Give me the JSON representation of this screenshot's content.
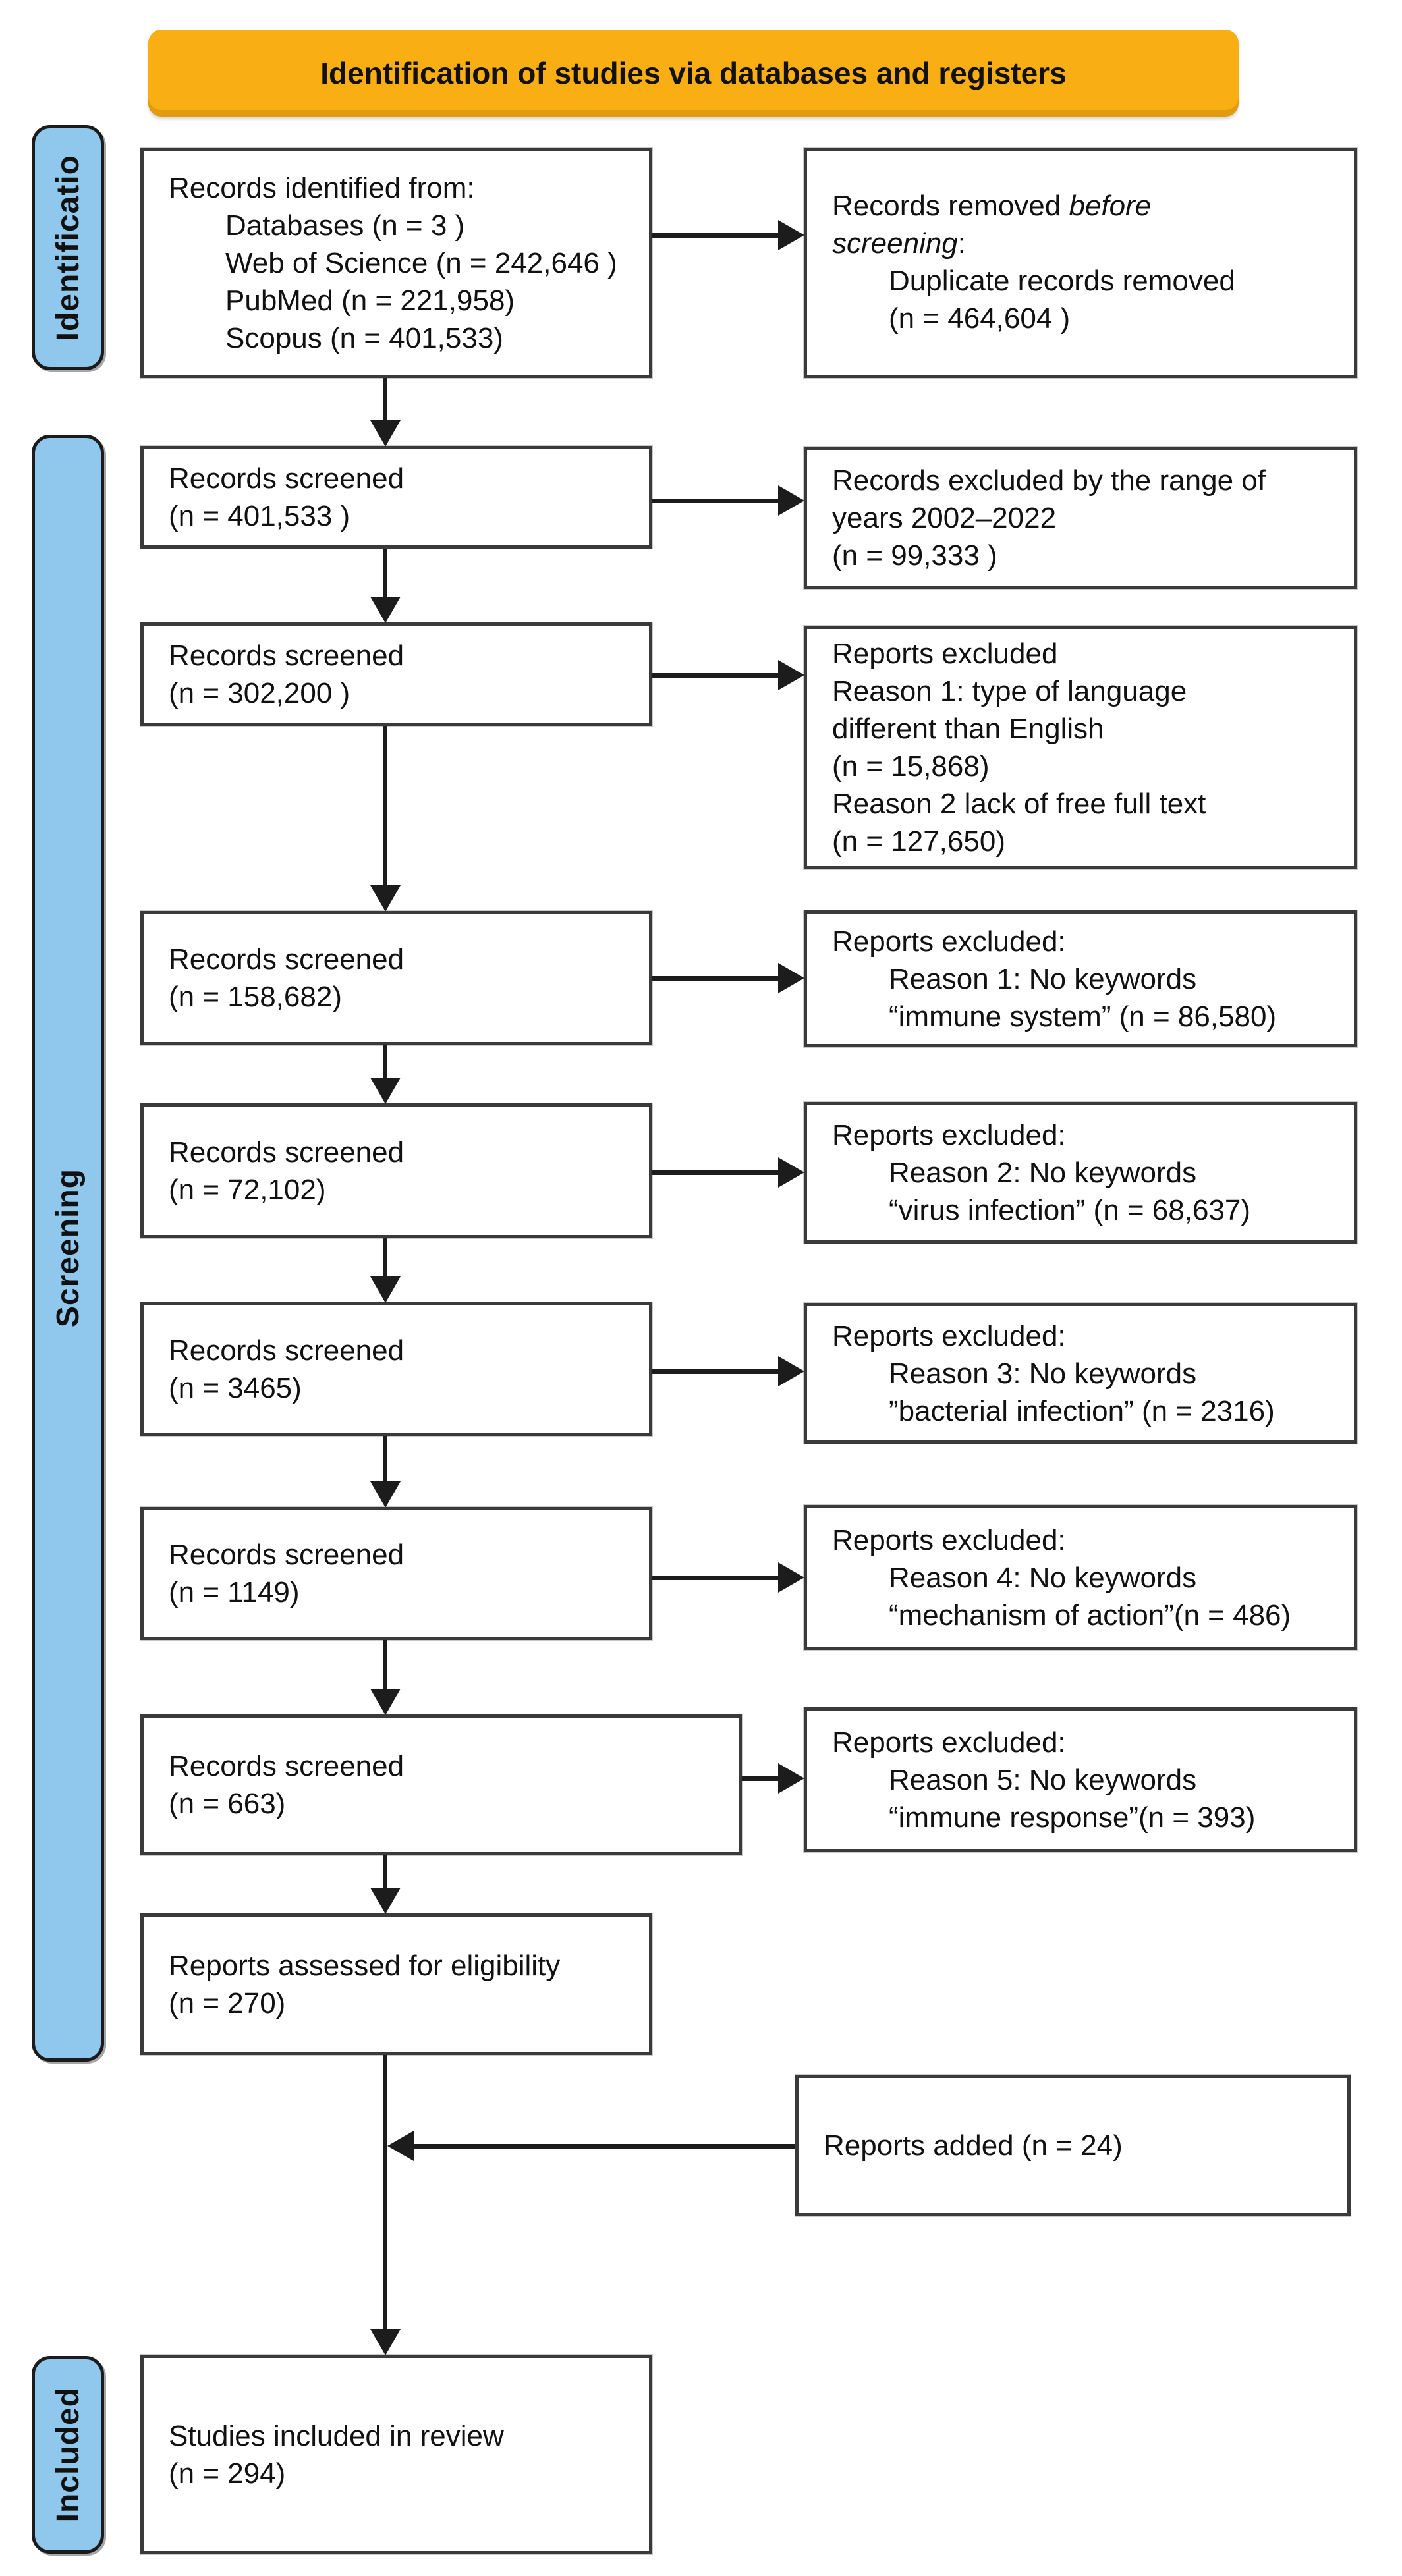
{
  "header": {
    "title": "Identification of studies via databases and registers"
  },
  "colors": {
    "header_bg": "#F9AE13",
    "sidebar_fill": "#8FC8EC",
    "box_border": "#3a3a3a",
    "arrow": "#1c1c1c"
  },
  "sidebar": {
    "identification": "Identificatio",
    "screening": "Screening",
    "included": "Included"
  },
  "boxes": {
    "identified": {
      "lines": [
        {
          "seg": [
            {
              "t": "Records identified from:"
            }
          ]
        },
        {
          "ind": true,
          "seg": [
            {
              "t": "Databases (n = 3 )"
            }
          ]
        },
        {
          "ind": true,
          "seg": [
            {
              "t": "Web of Science (n = 242,646 )"
            }
          ]
        },
        {
          "ind": true,
          "seg": [
            {
              "t": "PubMed (n = 221,958)"
            }
          ]
        },
        {
          "ind": true,
          "seg": [
            {
              "t": "Scopus (n = 401,533)"
            }
          ]
        }
      ]
    },
    "removed_before_screening": {
      "lines": [
        {
          "seg": [
            {
              "t": "Records removed "
            },
            {
              "t": "before",
              "i": true
            }
          ]
        },
        {
          "seg": [
            {
              "t": "screening",
              "i": true
            },
            {
              "t": ":"
            }
          ]
        },
        {
          "ind": true,
          "seg": [
            {
              "t": "Duplicate records removed"
            }
          ]
        },
        {
          "ind": true,
          "seg": [
            {
              "t": "(n = 464,604 )"
            }
          ]
        }
      ]
    },
    "screened_1": {
      "lines": [
        {
          "seg": [
            {
              "t": "Records screened"
            }
          ]
        },
        {
          "seg": [
            {
              "t": "(n = 401,533 )"
            }
          ]
        }
      ]
    },
    "excluded_years": {
      "lines": [
        {
          "seg": [
            {
              "t": "Records excluded by the  range of"
            }
          ]
        },
        {
          "seg": [
            {
              "t": "years 2002–2022"
            }
          ]
        },
        {
          "seg": [
            {
              "t": "(n = 99,333 )"
            }
          ]
        }
      ]
    },
    "screened_2": {
      "lines": [
        {
          "seg": [
            {
              "t": "Records screened"
            }
          ]
        },
        {
          "seg": [
            {
              "t": "(n = 302,200 )"
            }
          ]
        }
      ]
    },
    "excluded_language_fulltext": {
      "lines": [
        {
          "seg": [
            {
              "t": "Reports excluded"
            }
          ]
        },
        {
          "seg": [
            {
              "t": "Reason 1: type of language"
            }
          ]
        },
        {
          "seg": [
            {
              "t": "different than English"
            }
          ]
        },
        {
          "seg": [
            {
              "t": "(n = 15,868)"
            }
          ]
        },
        {
          "seg": [
            {
              "t": "Reason 2 lack of free full text"
            }
          ]
        },
        {
          "seg": [
            {
              "t": "(n = 127,650)"
            }
          ]
        }
      ]
    },
    "screened_3": {
      "lines": [
        {
          "seg": [
            {
              "t": "Records screened"
            }
          ]
        },
        {
          "seg": [
            {
              "t": "(n = 158,682)"
            }
          ]
        }
      ]
    },
    "excluded_immune_system": {
      "lines": [
        {
          "seg": [
            {
              "t": "Reports excluded:"
            }
          ]
        },
        {
          "ind": true,
          "seg": [
            {
              "t": "Reason 1: No keywords"
            }
          ]
        },
        {
          "ind": true,
          "seg": [
            {
              "t": "“immune system” (n = 86,580)"
            }
          ]
        }
      ]
    },
    "screened_4": {
      "lines": [
        {
          "seg": [
            {
              "t": "Records screened"
            }
          ]
        },
        {
          "seg": [
            {
              "t": "(n = 72,102)"
            }
          ]
        }
      ]
    },
    "excluded_virus_infection": {
      "lines": [
        {
          "seg": [
            {
              "t": "Reports excluded:"
            }
          ]
        },
        {
          "ind": true,
          "seg": [
            {
              "t": "Reason 2: No keywords"
            }
          ]
        },
        {
          "ind": true,
          "seg": [
            {
              "t": "“virus infection” (n = 68,637)"
            }
          ]
        }
      ]
    },
    "screened_5": {
      "lines": [
        {
          "seg": [
            {
              "t": "Records screened"
            }
          ]
        },
        {
          "seg": [
            {
              "t": "(n = 3465)"
            }
          ]
        }
      ]
    },
    "excluded_bacterial_infection": {
      "lines": [
        {
          "seg": [
            {
              "t": "Reports excluded:"
            }
          ]
        },
        {
          "ind": true,
          "seg": [
            {
              "t": "Reason 3: No keywords"
            }
          ]
        },
        {
          "ind": true,
          "seg": [
            {
              "t": "”bacterial infection” (n = 2316)"
            }
          ]
        }
      ]
    },
    "screened_6": {
      "lines": [
        {
          "seg": [
            {
              "t": "Records screened"
            }
          ]
        },
        {
          "seg": [
            {
              "t": "(n = 1149)"
            }
          ]
        }
      ]
    },
    "excluded_mechanism": {
      "lines": [
        {
          "seg": [
            {
              "t": "Reports excluded:"
            }
          ]
        },
        {
          "ind": true,
          "seg": [
            {
              "t": "Reason 4: No keywords"
            }
          ]
        },
        {
          "ind": true,
          "seg": [
            {
              "t": "“mechanism of action”(n = 486)"
            }
          ]
        }
      ]
    },
    "screened_7": {
      "lines": [
        {
          "seg": [
            {
              "t": "Records  screened"
            }
          ]
        },
        {
          "seg": [
            {
              "t": "(n = 663)"
            }
          ]
        }
      ]
    },
    "excluded_immune_response": {
      "lines": [
        {
          "seg": [
            {
              "t": "Reports excluded:"
            }
          ]
        },
        {
          "ind": true,
          "seg": [
            {
              "t": "Reason 5: No keywords"
            }
          ]
        },
        {
          "ind": true,
          "seg": [
            {
              "t": "“immune response”(n = 393)"
            }
          ]
        }
      ]
    },
    "assessed_eligibility": {
      "lines": [
        {
          "seg": [
            {
              "t": "Reports assessed for eligibility"
            }
          ]
        },
        {
          "seg": [
            {
              "t": "(n = 270)"
            }
          ]
        }
      ]
    },
    "reports_added": {
      "lines": [
        {
          "seg": [
            {
              "t": "Reports added (n = 24)"
            }
          ]
        }
      ]
    },
    "studies_included": {
      "lines": [
        {
          "seg": [
            {
              "t": "Studies included in review"
            }
          ]
        },
        {
          "seg": [
            {
              "t": "(n = 294)"
            }
          ]
        }
      ]
    }
  }
}
